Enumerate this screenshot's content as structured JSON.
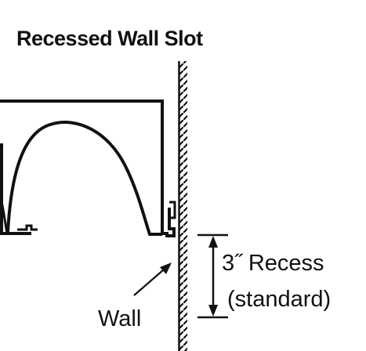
{
  "diagram": {
    "title": "Recessed Wall Slot",
    "labels": {
      "recess_line1": "3˝ Recess",
      "recess_line2": "(standard)",
      "wall": "Wall"
    },
    "colors": {
      "ink": "#111111",
      "background": "#ffffff"
    }
  }
}
